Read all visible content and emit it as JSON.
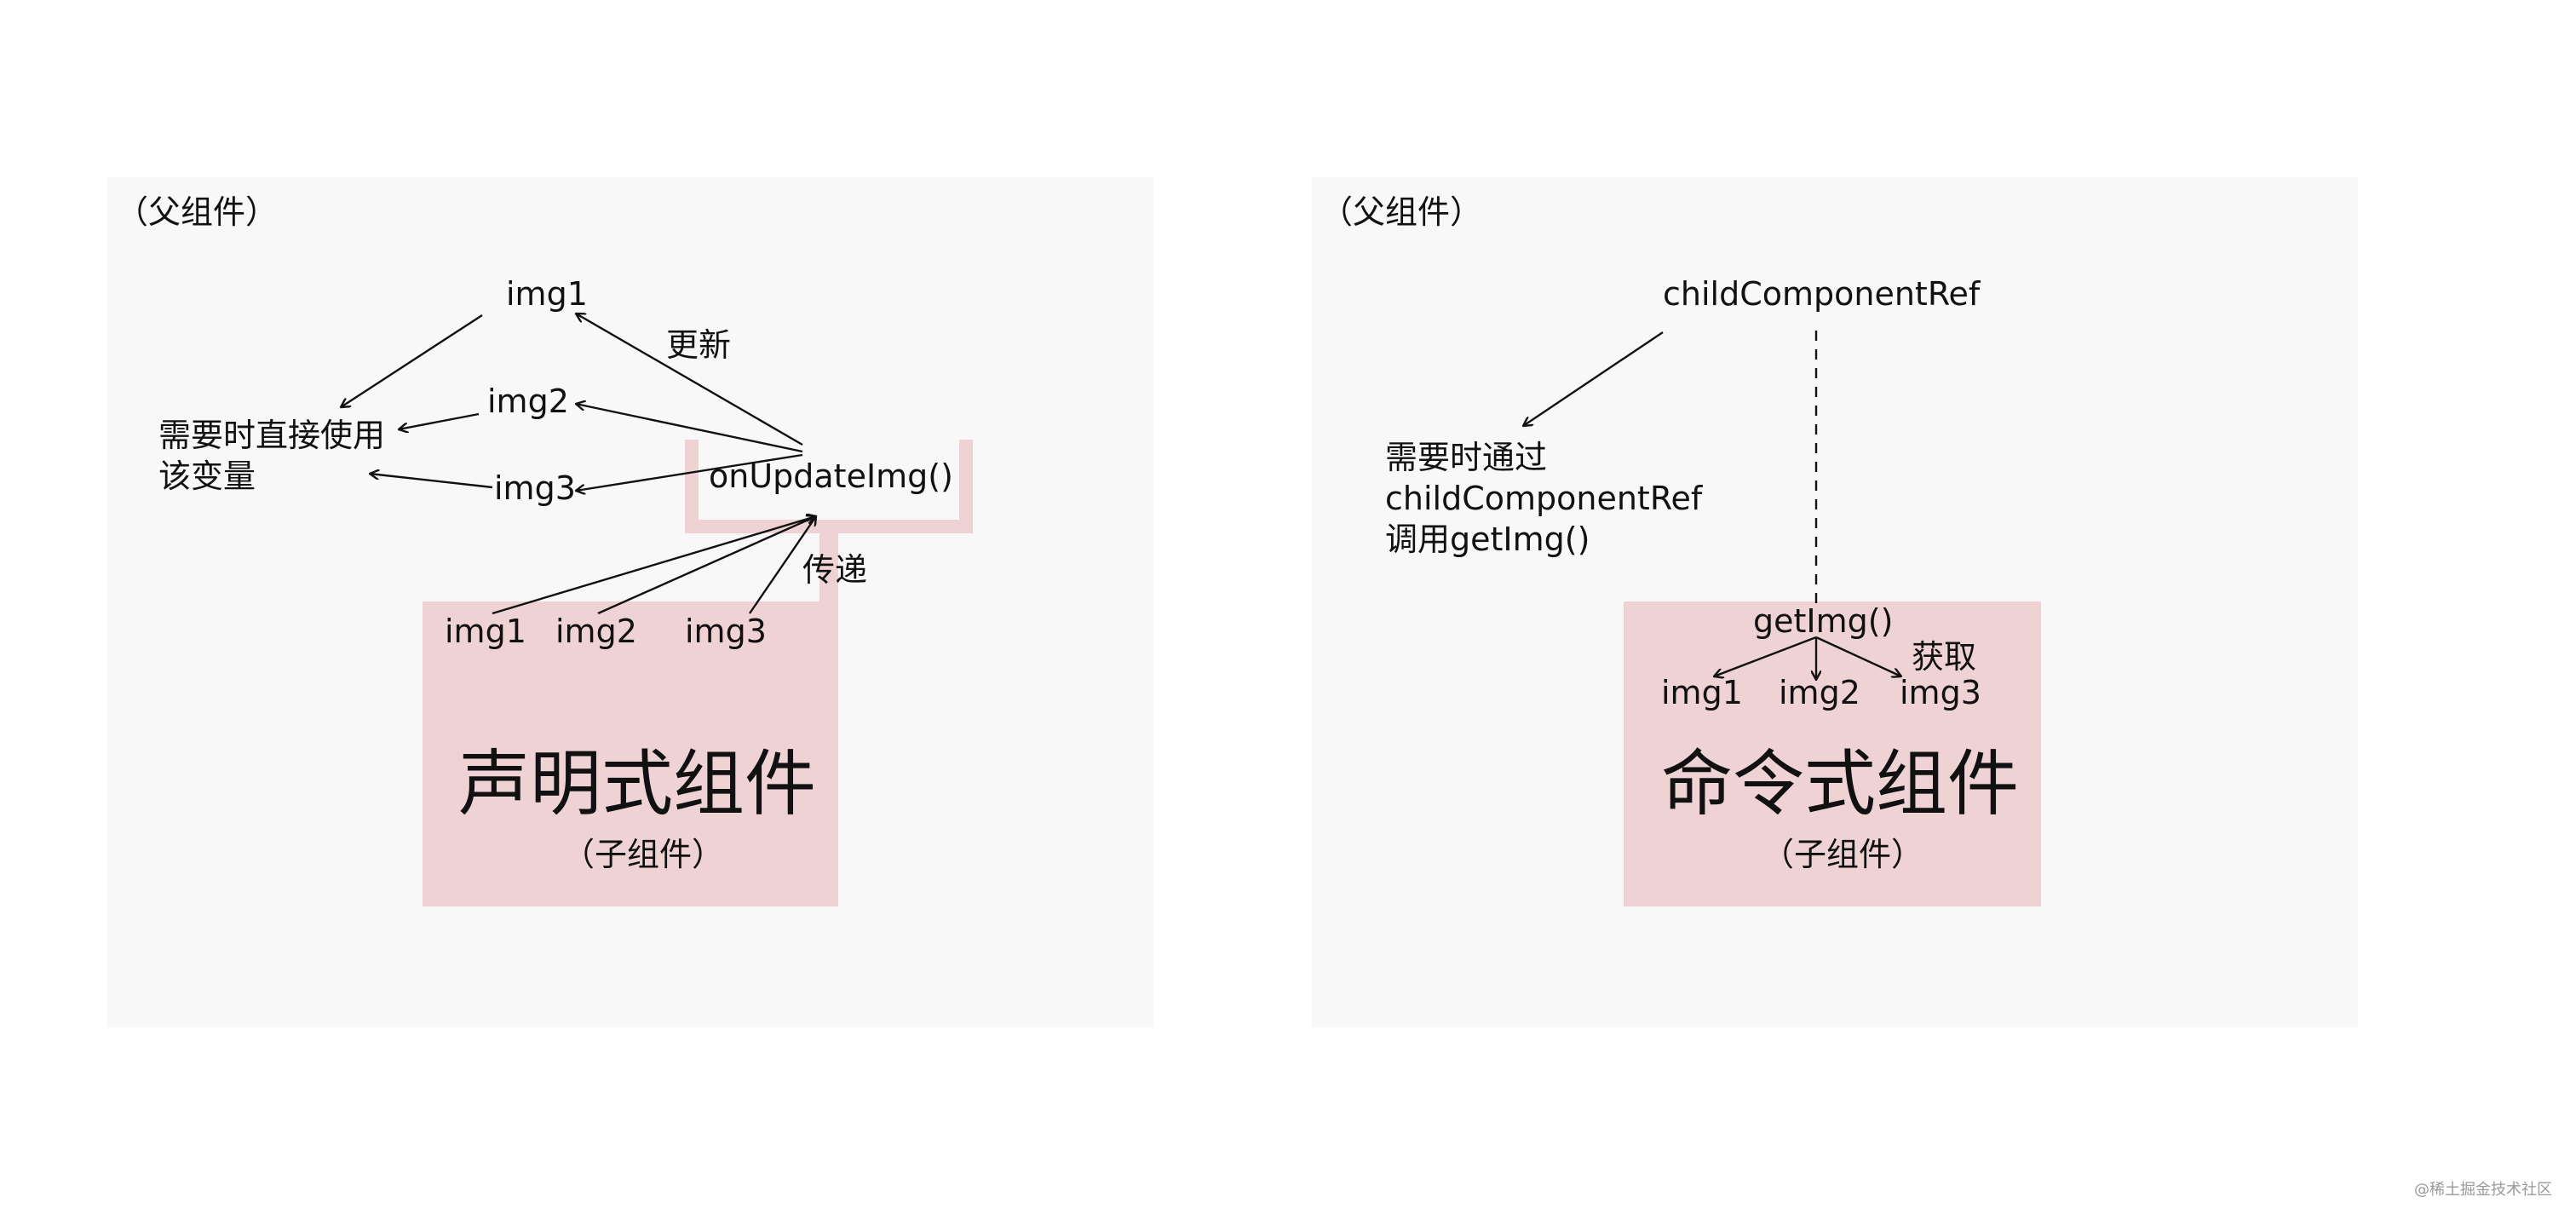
{
  "left_panel": {
    "parent_label": "（父组件）",
    "img1": "img1",
    "img2": "img2",
    "img3": "img3",
    "use_note_line1": "需要时直接使用",
    "use_note_line2": "该变量",
    "update_label": "更新",
    "callback": "onUpdateImg()",
    "pass_label": "传递",
    "child_img1": "img1",
    "child_img2": "img2",
    "child_img3": "img3",
    "child_title": "声明式组件",
    "child_subtitle": "（子组件）"
  },
  "right_panel": {
    "parent_label": "（父组件）",
    "ref_name": "childComponentRef",
    "note_line1": "需要时通过",
    "note_line2": "childComponentRef",
    "note_line3": "调用getImg()",
    "method": "getImg()",
    "get_label": "获取",
    "child_img1": "img1",
    "child_img2": "img2",
    "child_img3": "img3",
    "child_title": "命令式组件",
    "child_subtitle": "（子组件）"
  },
  "watermark": "@稀土掘金技术社区",
  "colors": {
    "panel_bg": "#f8f8f8",
    "child_bg": "#efd3d4",
    "line": "#111111"
  }
}
